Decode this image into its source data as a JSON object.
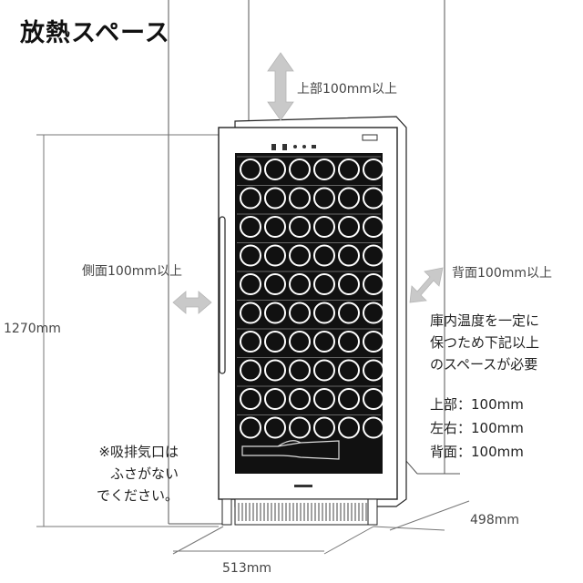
{
  "title": "放熱スペース",
  "clearances": {
    "top": "上部100mm以上",
    "side": "側面100mm以上",
    "back": "背面100mm以上"
  },
  "dimensions": {
    "height": "1270mm",
    "width": "513mm",
    "depth": "498mm"
  },
  "note_requirement": {
    "line1": "庫内温度を一定に",
    "line2": "保つため下記以上",
    "line3": "のスペースが必要"
  },
  "spec_list": [
    "上部：100mm",
    "左右：100mm",
    "背面：100mm"
  ],
  "vent_note": {
    "line1": "※吸排気口は",
    "line2": "ふさがない",
    "line3": "でください。"
  },
  "colors": {
    "arrow": "#c9c9c9",
    "line": "#333333",
    "cabinet_glass": "#111111",
    "bottle": "#ffffff"
  },
  "icons": {
    "top_arrow": "double-arrow-vertical-icon",
    "side_arrow": "double-arrow-horizontal-icon",
    "back_arrow": "double-arrow-diagonal-icon"
  }
}
